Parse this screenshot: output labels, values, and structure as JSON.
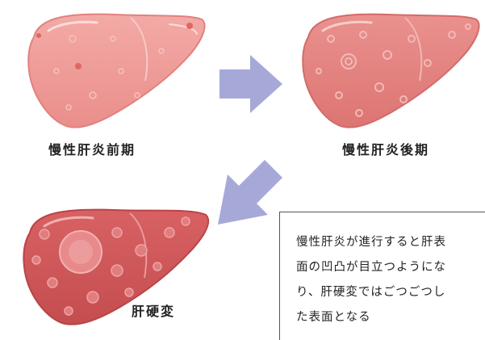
{
  "stages": [
    {
      "label": "慢性肝炎前期"
    },
    {
      "label": "慢性肝炎後期"
    },
    {
      "label": "肝硬変"
    }
  ],
  "description": {
    "lines": [
      "慢性肝炎が進行すると肝表",
      "面の凹凸が目立つようにな",
      "り、肝硬変ではごつごつし",
      "た表面となる"
    ]
  },
  "colors": {
    "liver_early": "#ee9b98",
    "liver_late": "#e07c7b",
    "liver_cirrhosis": "#cc5558",
    "arrow": "#a6a9d8"
  }
}
